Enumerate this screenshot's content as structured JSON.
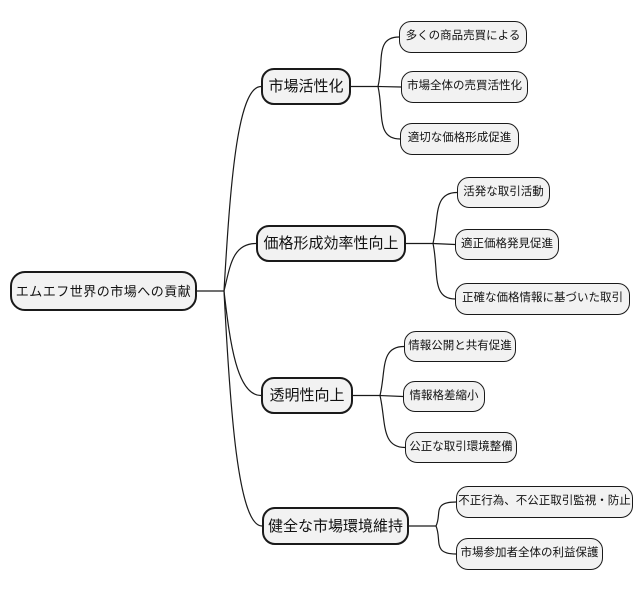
{
  "colors": {
    "background": "#ffffff",
    "node_fill": "#f2f2f2",
    "node_border": "#1a1a1a",
    "line": "#1a1a1a",
    "text": "#111111"
  },
  "diagram": {
    "type": "mindmap",
    "root": {
      "label": "エムエフ世界の市場への貢献"
    },
    "branches": [
      {
        "label": "市場活性化",
        "children": [
          {
            "label": "多くの商品売買による"
          },
          {
            "label": "市場全体の売買活性化"
          },
          {
            "label": "適切な価格形成促進"
          }
        ]
      },
      {
        "label": "価格形成効率性向上",
        "children": [
          {
            "label": "活発な取引活動"
          },
          {
            "label": "適正価格発見促進"
          },
          {
            "label": "正確な価格情報に基づいた取引"
          }
        ]
      },
      {
        "label": "透明性向上",
        "children": [
          {
            "label": "情報公開と共有促進"
          },
          {
            "label": "情報格差縮小"
          },
          {
            "label": "公正な取引環境整備"
          }
        ]
      },
      {
        "label": "健全な市場環境維持",
        "children": [
          {
            "label": "不正行為、不公正取引監視・防止"
          },
          {
            "label": "市場参加者全体の利益保護"
          }
        ]
      }
    ]
  }
}
